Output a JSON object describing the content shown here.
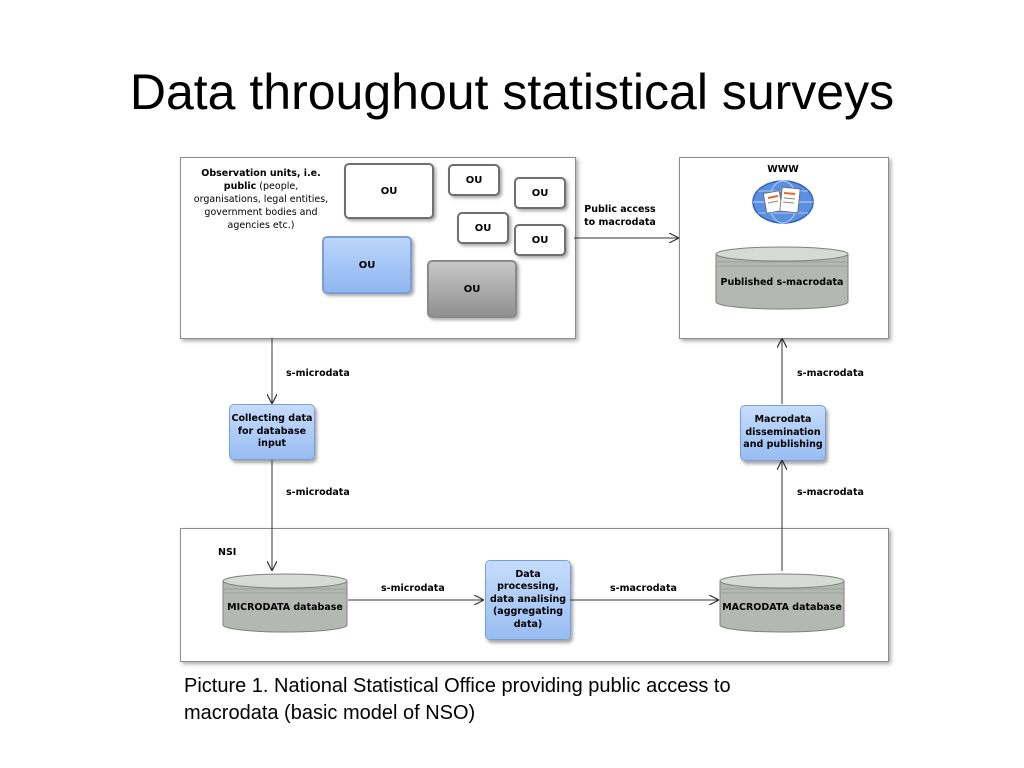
{
  "slide": {
    "title": "Data throughout statistical surveys",
    "caption_line1": "Picture 1. National Statistical Office providing public access to",
    "caption_line2": "macrodata (basic model of NSO)"
  },
  "diagram": {
    "observation_units": {
      "title_line1": "Observation units, i.e.",
      "title_bold2": "public",
      "title_rest2": " (people,",
      "line3": "organisations, legal entities,",
      "line4": "government bodies and",
      "line5": "agencies etc.)",
      "ou_label": "OU"
    },
    "public_access_label_line1": "Public access",
    "public_access_label_line2": "to macrodata",
    "www_label": "WWW",
    "published_db_label": "Published s-macrodata",
    "arrow_labels": {
      "s_microdata_top": "s-microdata",
      "s_microdata_mid": "s-microdata",
      "s_microdata_bottom": "s-microdata",
      "s_macrodata_top": "s-macrodata",
      "s_macrodata_mid": "s-macrodata",
      "s_macrodata_bottom": "s-macrodata"
    },
    "collecting_line1": "Collecting data",
    "collecting_line2": "for database",
    "collecting_line3": "input",
    "dissemination_line1": "Macrodata",
    "dissemination_line2": "dissemination",
    "dissemination_line3": "and publishing",
    "nsi_label": "NSI",
    "microdata_db_label": "MICRODATA database",
    "macrodata_db_label": "MACRODATA database",
    "processing_line1": "Data",
    "processing_line2": "processing,",
    "processing_line3": "data analising",
    "processing_line4": "(aggregating",
    "processing_line5": "data)"
  }
}
